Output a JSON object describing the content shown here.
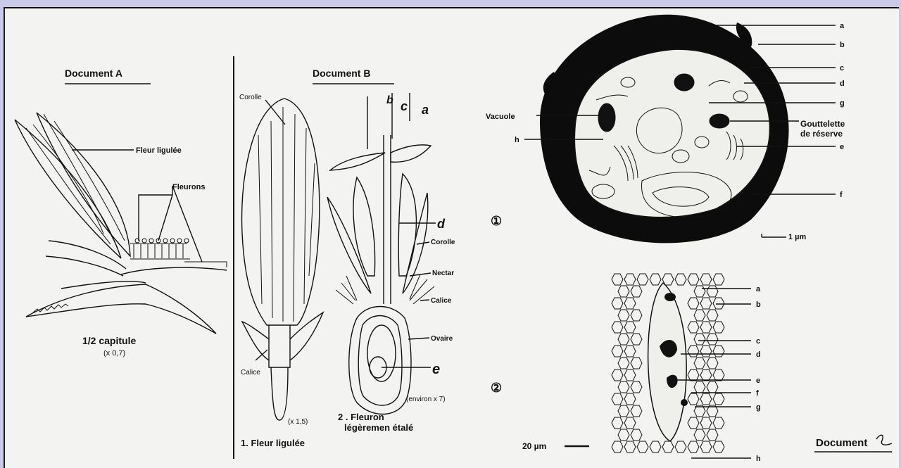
{
  "docA": {
    "title": "Document A",
    "labels": {
      "fleur_liguee": "Fleur ligulée",
      "fleurons": "Fleurons"
    },
    "caption": "1/2 capitule",
    "scale": "(x 0,7)"
  },
  "docB": {
    "title": "Document B",
    "left_labels": {
      "corolle": "Corolle",
      "calice": "Calice",
      "scale": "(x 1,5)",
      "caption": "1. Fleur ligulée"
    },
    "right_labels": {
      "b": "b",
      "c": "c",
      "a": "a",
      "d": "d",
      "corolle": "Corolle",
      "nectar": "Nectar",
      "calice": "Calice",
      "ovaire": "Ovaire",
      "e": "e",
      "scale": "(environ x 7)",
      "caption_1": "2 . Fleuron",
      "caption_2": "légèremen étalé"
    }
  },
  "docC": {
    "figure1": {
      "number": "①",
      "left_labels": {
        "vacuole": "Vacuole",
        "h": "h"
      },
      "right_labels": [
        "a",
        "b",
        "c",
        "d",
        "g",
        "e",
        "f"
      ],
      "gouttelette_1": "Gouttelette",
      "gouttelette_2": "de réserve",
      "scale": "1 µm"
    },
    "figure2": {
      "number": "②",
      "right_labels": [
        "a",
        "b",
        "c",
        "d",
        "e",
        "f",
        "g",
        "h"
      ],
      "scale": "20 µm"
    },
    "document_label": "Document"
  }
}
